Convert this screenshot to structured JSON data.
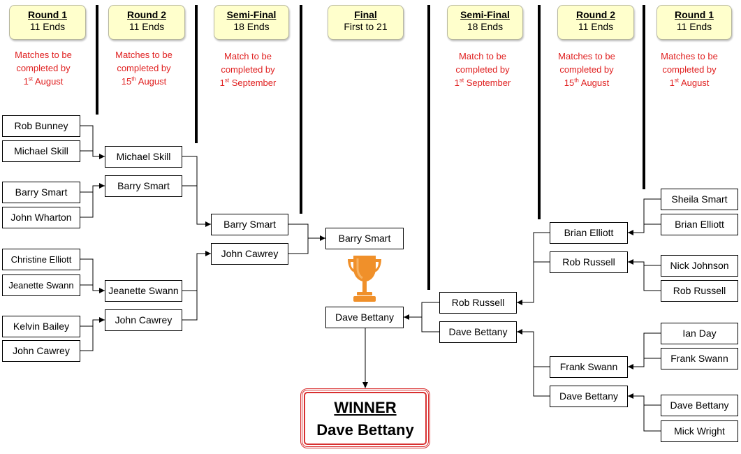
{
  "headers": [
    {
      "title": "Round 1",
      "sub": "11 Ends"
    },
    {
      "title": "Round 2",
      "sub": "11 Ends"
    },
    {
      "title": "Semi-Final",
      "sub": "18 Ends"
    },
    {
      "title": "Final",
      "sub": "First to 21"
    },
    {
      "title": "Semi-Final",
      "sub": "18 Ends"
    },
    {
      "title": "Round 2",
      "sub": "11 Ends"
    },
    {
      "title": "Round 1",
      "sub": "11 Ends"
    }
  ],
  "notes": {
    "matches_prefix": "Matches to be",
    "match_prefix": "Match to be",
    "completed_by": "completed by",
    "date_1st": "1",
    "date_15th": "15",
    "ord_st": "st",
    "ord_th": "th",
    "august": "August",
    "september": "September"
  },
  "left": {
    "round1": [
      "Rob Bunney",
      "Michael Skill",
      "Barry Smart",
      "John Wharton",
      "Christine Elliott",
      "Jeanette Swann",
      "Kelvin Bailey",
      "John Cawrey"
    ],
    "round2": [
      "Michael Skill",
      "Barry Smart",
      "Jeanette Swann",
      "John Cawrey"
    ],
    "semi": [
      "Barry Smart",
      "John Cawrey"
    ]
  },
  "final": [
    "Barry Smart",
    "Dave Bettany"
  ],
  "right": {
    "round1": [
      "Sheila Smart",
      "Brian Elliott",
      "Nick Johnson",
      "Rob Russell",
      "Ian Day",
      "Frank Swann",
      "Dave Bettany",
      "Mick Wright"
    ],
    "round2": [
      "Brian Elliott",
      "Rob Russell",
      "Frank Swann",
      "Dave Bettany"
    ],
    "semi": [
      "Rob Russell",
      "Dave Bettany"
    ]
  },
  "winner": {
    "label": "WINNER",
    "name": "Dave Bettany"
  },
  "colors": {
    "note": "#e02020",
    "header_bg": "#ffffcc",
    "trophy": "#f0902a",
    "winner_border": "#d83030"
  },
  "icons": {
    "trophy": "trophy-icon"
  }
}
